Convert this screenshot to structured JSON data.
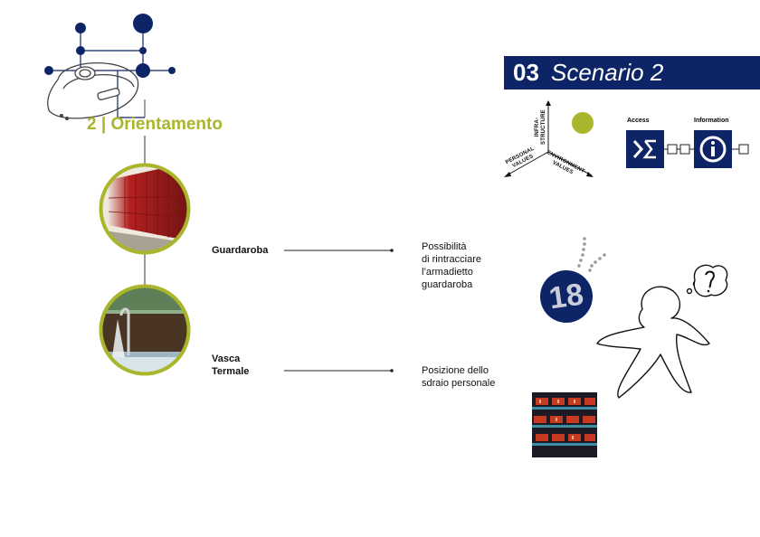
{
  "header": {
    "number": "03",
    "title": "Scenario 2"
  },
  "section": {
    "title": "2 | Orientamento"
  },
  "axes": {
    "infrastructure": "INFRA-\nSTRUCTURE",
    "personal": "PERSONAL\nVALUES",
    "environment": "ENVIRONMENT\nVALUES"
  },
  "icons": {
    "access_label": "Access",
    "information_label": "Information"
  },
  "rows": [
    {
      "label": "Guardaroba",
      "description": "Possibilità\ndi rintracciare\nl’armadietto\nguardaroba"
    },
    {
      "label": "Vasca\nTermale",
      "description": "Posizione dello\nsdraio personale"
    }
  ],
  "tag": {
    "number": "18"
  },
  "colors": {
    "navy": "#0d2466",
    "green": "#a9b52a"
  }
}
